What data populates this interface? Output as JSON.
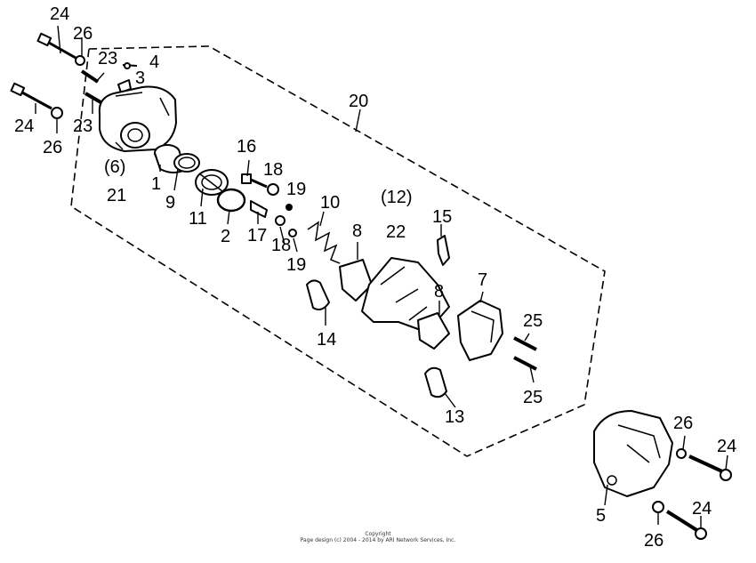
{
  "callouts": {
    "c24_tl": "24",
    "c26_tl": "26",
    "c23_top": "23",
    "c4": "4",
    "c3": "3",
    "c24_l": "24",
    "c26_l": "26",
    "c23_l": "23",
    "c6": "(6)",
    "c21": "21",
    "c1": "1",
    "c9": "9",
    "c11": "11",
    "c2": "2",
    "c16": "16",
    "c18_a": "18",
    "c19_a": "19",
    "c17": "17",
    "c18_b": "18",
    "c19_b": "19",
    "c10": "10",
    "c20": "20",
    "c12": "(12)",
    "c22": "22",
    "c8_a": "8",
    "c8_b": "8",
    "c15": "15",
    "c7": "7",
    "c14": "14",
    "c25_a": "25",
    "c25_b": "25",
    "c13": "13",
    "c26_r1": "26",
    "c24_r1": "24",
    "c5": "5",
    "c24_r2": "24",
    "c26_r2": "26"
  },
  "footer": {
    "copyright": "Copyright",
    "credit": "Page design (c) 2004 - 2014 by ARI Network Services, Inc."
  }
}
